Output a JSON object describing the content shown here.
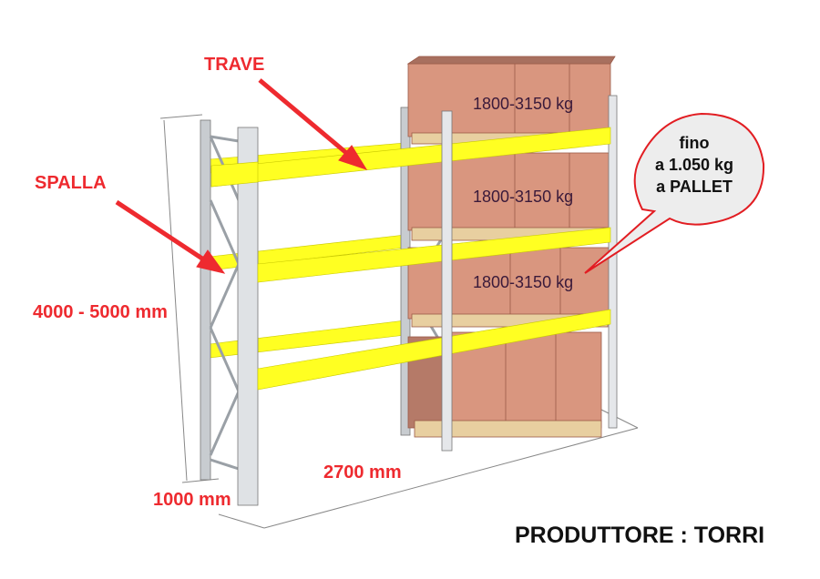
{
  "labels": {
    "beam": "TRAVE",
    "upright": "SPALLA",
    "height": "4000 - 5000 mm",
    "width": "2700 mm",
    "depth": "1000 mm"
  },
  "loads": [
    "1800-3150 kg",
    "1800-3150 kg",
    "1800-3150 kg"
  ],
  "bubble": {
    "line1": "fino",
    "line2": "a 1.050 kg",
    "line3": "a PALLET"
  },
  "manufacturer": "PRODUTTORE : TORRI",
  "colors": {
    "beam": "#ffff22",
    "box": "#d9967f",
    "label": "#ee2a2f",
    "upright": "#c8ccd0"
  }
}
